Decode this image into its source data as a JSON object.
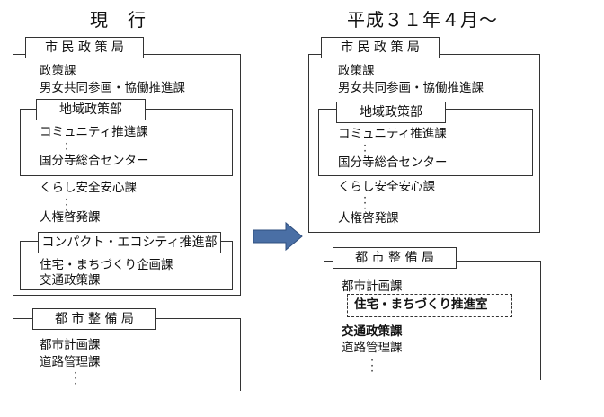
{
  "headings": {
    "current": "現　行",
    "future": "平成３１年４月～"
  },
  "left": {
    "shimin": {
      "title": "市 民 政 策 局",
      "items_top": [
        "政策課",
        "男女共同参画・協働推進課"
      ],
      "chiiki": {
        "title": "地域政策部",
        "items": [
          "コミュニティ推進課",
          "国分寺総合センター"
        ]
      },
      "items_mid": [
        "くらし安全安心課",
        "人権啓発課"
      ],
      "compact": {
        "title": "コンパクト・エコシティ推進部",
        "items": [
          "住宅・まちづくり企画課",
          "交通政策課"
        ]
      }
    },
    "toshi": {
      "title": "都 市 整 備 局",
      "items": [
        "都市計画課",
        "道路管理課"
      ]
    }
  },
  "right": {
    "shimin": {
      "title": "市 民 政 策 局",
      "items_top": [
        "政策課",
        "男女共同参画・協働推進課"
      ],
      "chiiki": {
        "title": "地域政策部",
        "items": [
          "コミュニティ推進課",
          "国分寺総合センター"
        ]
      },
      "items_mid": [
        "くらし安全安心課",
        "人権啓発課"
      ]
    },
    "toshi": {
      "title": "都 市 整 備 局",
      "item_1": "都市計画課",
      "sub_office": "住宅・まちづくり推進室",
      "item_bold": "交通政策課",
      "item_last": "道路管理課"
    }
  },
  "colors": {
    "arrow": "#4a6fa5",
    "border": "#333333"
  }
}
